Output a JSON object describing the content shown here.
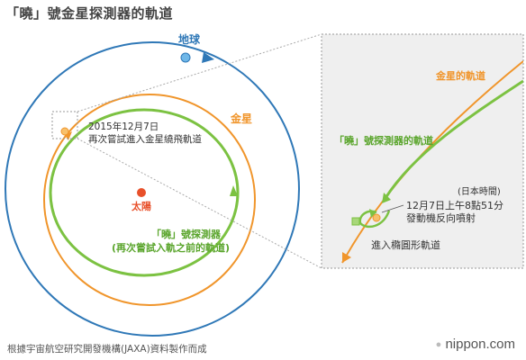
{
  "title": "「曉」號金星探測器的軌道",
  "labels": {
    "earth": "地球",
    "venus": "金星",
    "sun": "太陽",
    "date_line1": "2015年12月7日",
    "date_line2": "再次嘗試進入金星繞飛軌道",
    "probe_line1": "「曉」號探測器",
    "probe_line2": "(再次嘗試入軌之前的軌道)",
    "zoom_venus_orbit": "金星的軌道",
    "zoom_probe_orbit": "「曉」號探測器的軌道",
    "zoom_timezone": "(日本時間)",
    "zoom_time": "12月7日上午8點51分",
    "zoom_action": "發動機反向噴射",
    "zoom_ellipse": "進入橢圓形軌道"
  },
  "credit": "根據宇宙航空研究開發機構(JAXA)資料製作而成",
  "logo": {
    "text": "nippon.com",
    "dot": "●"
  },
  "colors": {
    "earth_orbit": "#2f78b7",
    "venus_orbit": "#f0952b",
    "probe_orbit": "#7cc242",
    "sun": "#e8502a",
    "zoom_bg": "#efefef",
    "zoom_border": "#9a9a9a",
    "text": "#333333"
  }
}
